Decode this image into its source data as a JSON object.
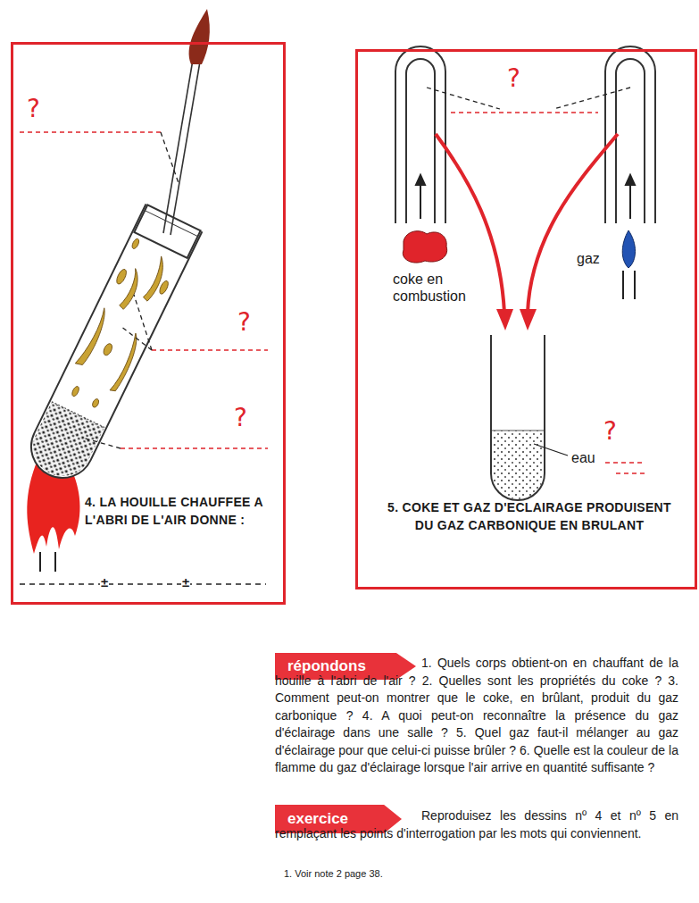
{
  "diagram": {
    "nodes": [
      {
        "text": [
          "4. LA HOUILLE CHAUFFEE A L'ABRI DE L'AIR DONNE :"
        ]
      },
      {
        "text": [
          "5. COKE ET GAZ D'ECLAIRAGE PRODUISENT DU GAZ CARBONIQUE EN BRULANT"
        ]
      },
      {
        "text": [
          "répondons"
        ]
      },
      {
        "text": [
          "exercice"
        ]
      }
    ],
    "labels": [
      "?",
      "?",
      "?",
      "±",
      "±",
      "?",
      "coke en combustion",
      "gaz",
      "eau",
      "?",
      "1. Quels corps obtient-on en chauffant de la houille à l'abri de l'air ? 2. Quelles sont les propriétés du coke ? 3. Comment peut-on montrer que le coke, en brûlant, produit du gaz carbonique ? 4. A quoi peut-on reconnaître la présence du gaz d'éclairage dans une salle ? 5. Quel gaz faut-il mélanger au gaz d'éclairage pour que celui-ci puisse brûler ? 6. Quelle est la couleur de la flamme du gaz d'éclairage lorsque l'air arrive en quantité suffisante ?",
      "Reproduisez les dessins nº 4 et nº 5 en remplaçant les points d'interrogation par les mots qui conviennent.",
      "1. Voir note 2 page 38."
    ]
  }
}
